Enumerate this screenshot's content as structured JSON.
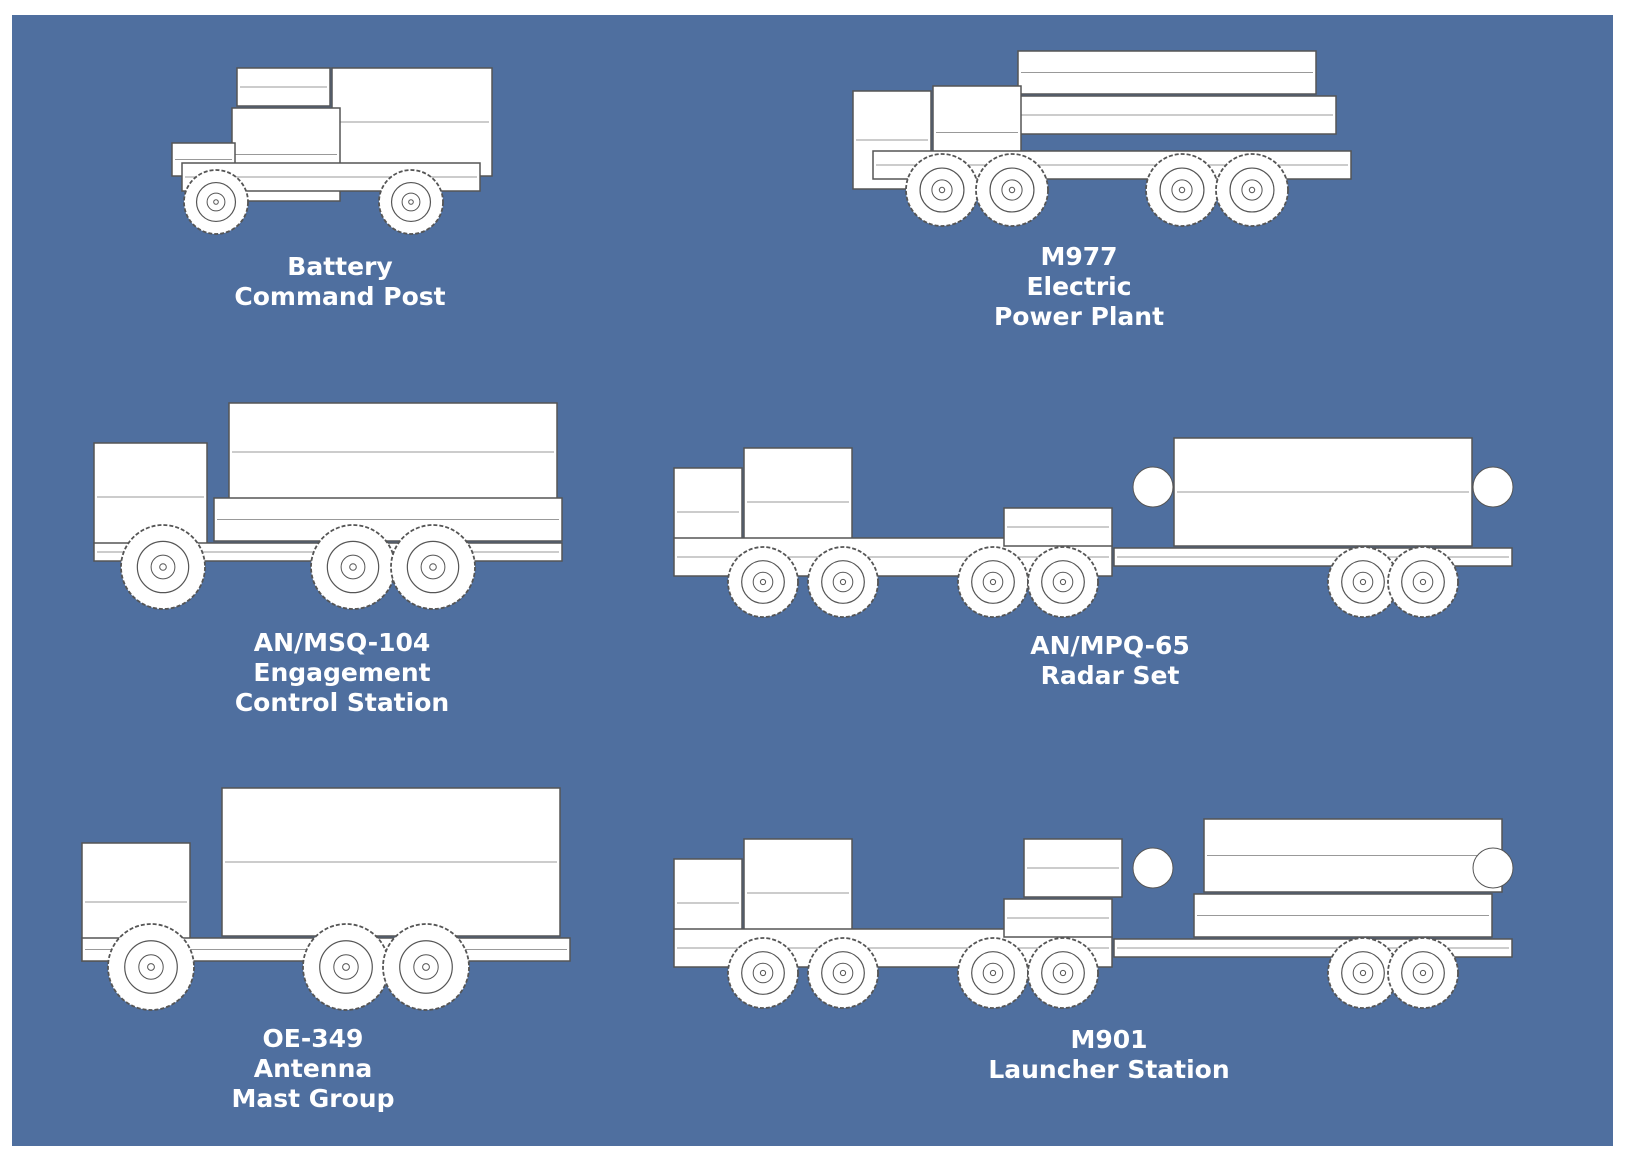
{
  "background_color": "#4f6f9f",
  "line_color": "#555555",
  "vehicles": [
    {
      "id": "battery-command-post",
      "label_lines": [
        "Battery",
        "Command Post"
      ]
    },
    {
      "id": "m977-electric-power-plant",
      "label_lines": [
        "M977",
        "Electric",
        "Power Plant"
      ]
    },
    {
      "id": "an-msq-104",
      "label_lines": [
        "AN/MSQ-104",
        "Engagement",
        "Control Station"
      ]
    },
    {
      "id": "an-mpq-65",
      "label_lines": [
        "AN/MPQ-65",
        "Radar Set"
      ]
    },
    {
      "id": "oe-349",
      "label_lines": [
        "OE-349",
        "Antenna",
        "Mast Group"
      ]
    },
    {
      "id": "m901",
      "label_lines": [
        "M901",
        "Launcher Station"
      ]
    }
  ]
}
